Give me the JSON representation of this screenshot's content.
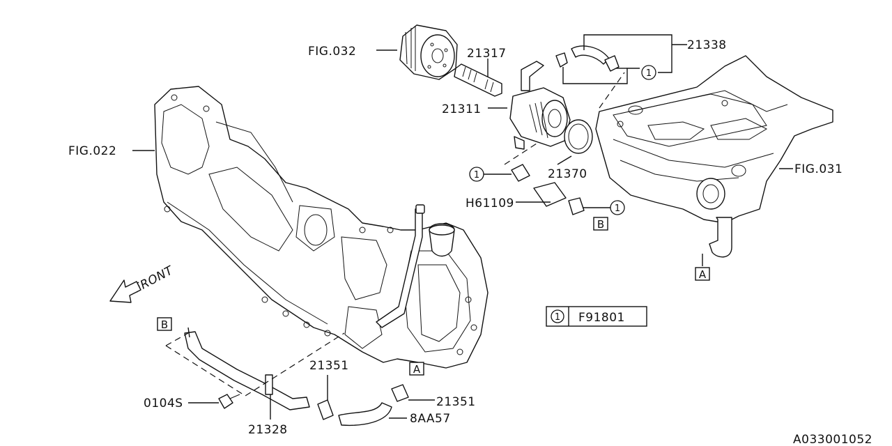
{
  "labels": {
    "fig032": "FIG.032",
    "p21317": "21317",
    "p21338": "21338",
    "p21311": "21311",
    "fig022": "FIG.022",
    "p21370": "21370",
    "fig031": "FIG.031",
    "h61109": "H61109",
    "front": "FRONT",
    "p21351a": "21351",
    "p21351b": "21351",
    "p0104s": "0104S",
    "p21328": "21328",
    "p8aa57": "8AA57",
    "code": "A033001052"
  },
  "callouts": {
    "one": "1",
    "a": "A",
    "b": "B"
  },
  "legend": {
    "symbol": "1",
    "part": "F91801"
  }
}
